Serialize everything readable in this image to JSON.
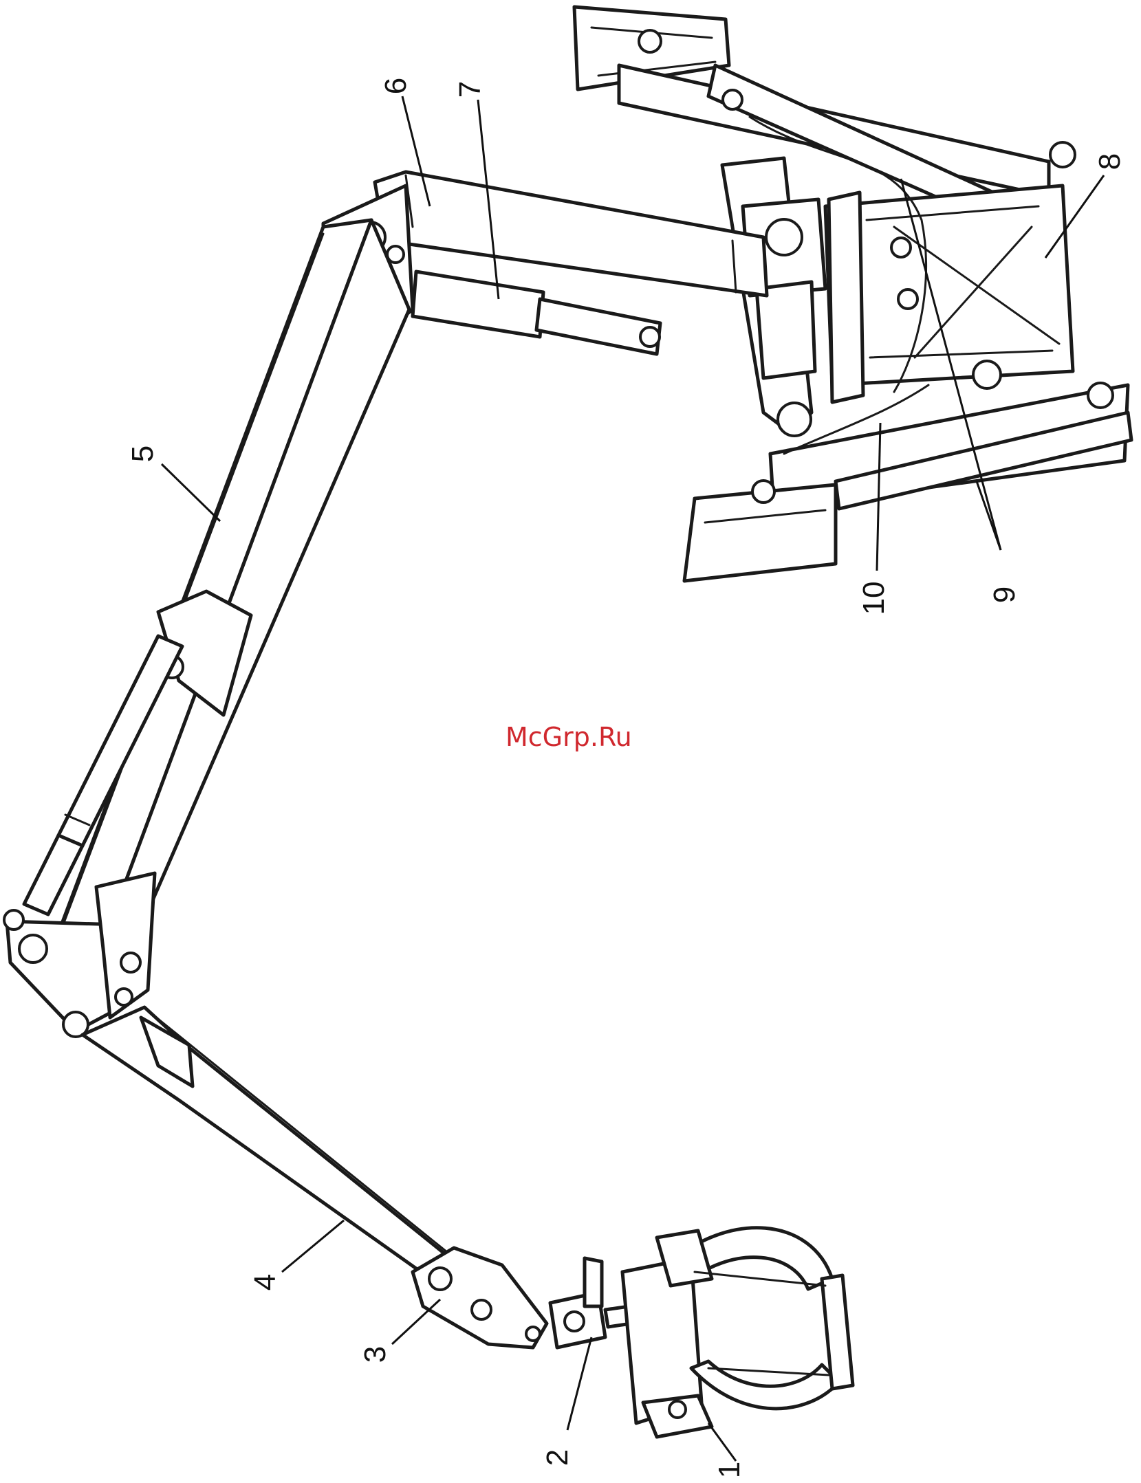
{
  "diagram": {
    "callouts": [
      "1",
      "2",
      "3",
      "4",
      "5",
      "6",
      "7",
      "8",
      "9",
      "10"
    ]
  },
  "watermark": {
    "text": "McGrp.Ru",
    "color": "#d0282e"
  },
  "colors": {
    "line": "#1a1a1a",
    "background": "#ffffff"
  }
}
